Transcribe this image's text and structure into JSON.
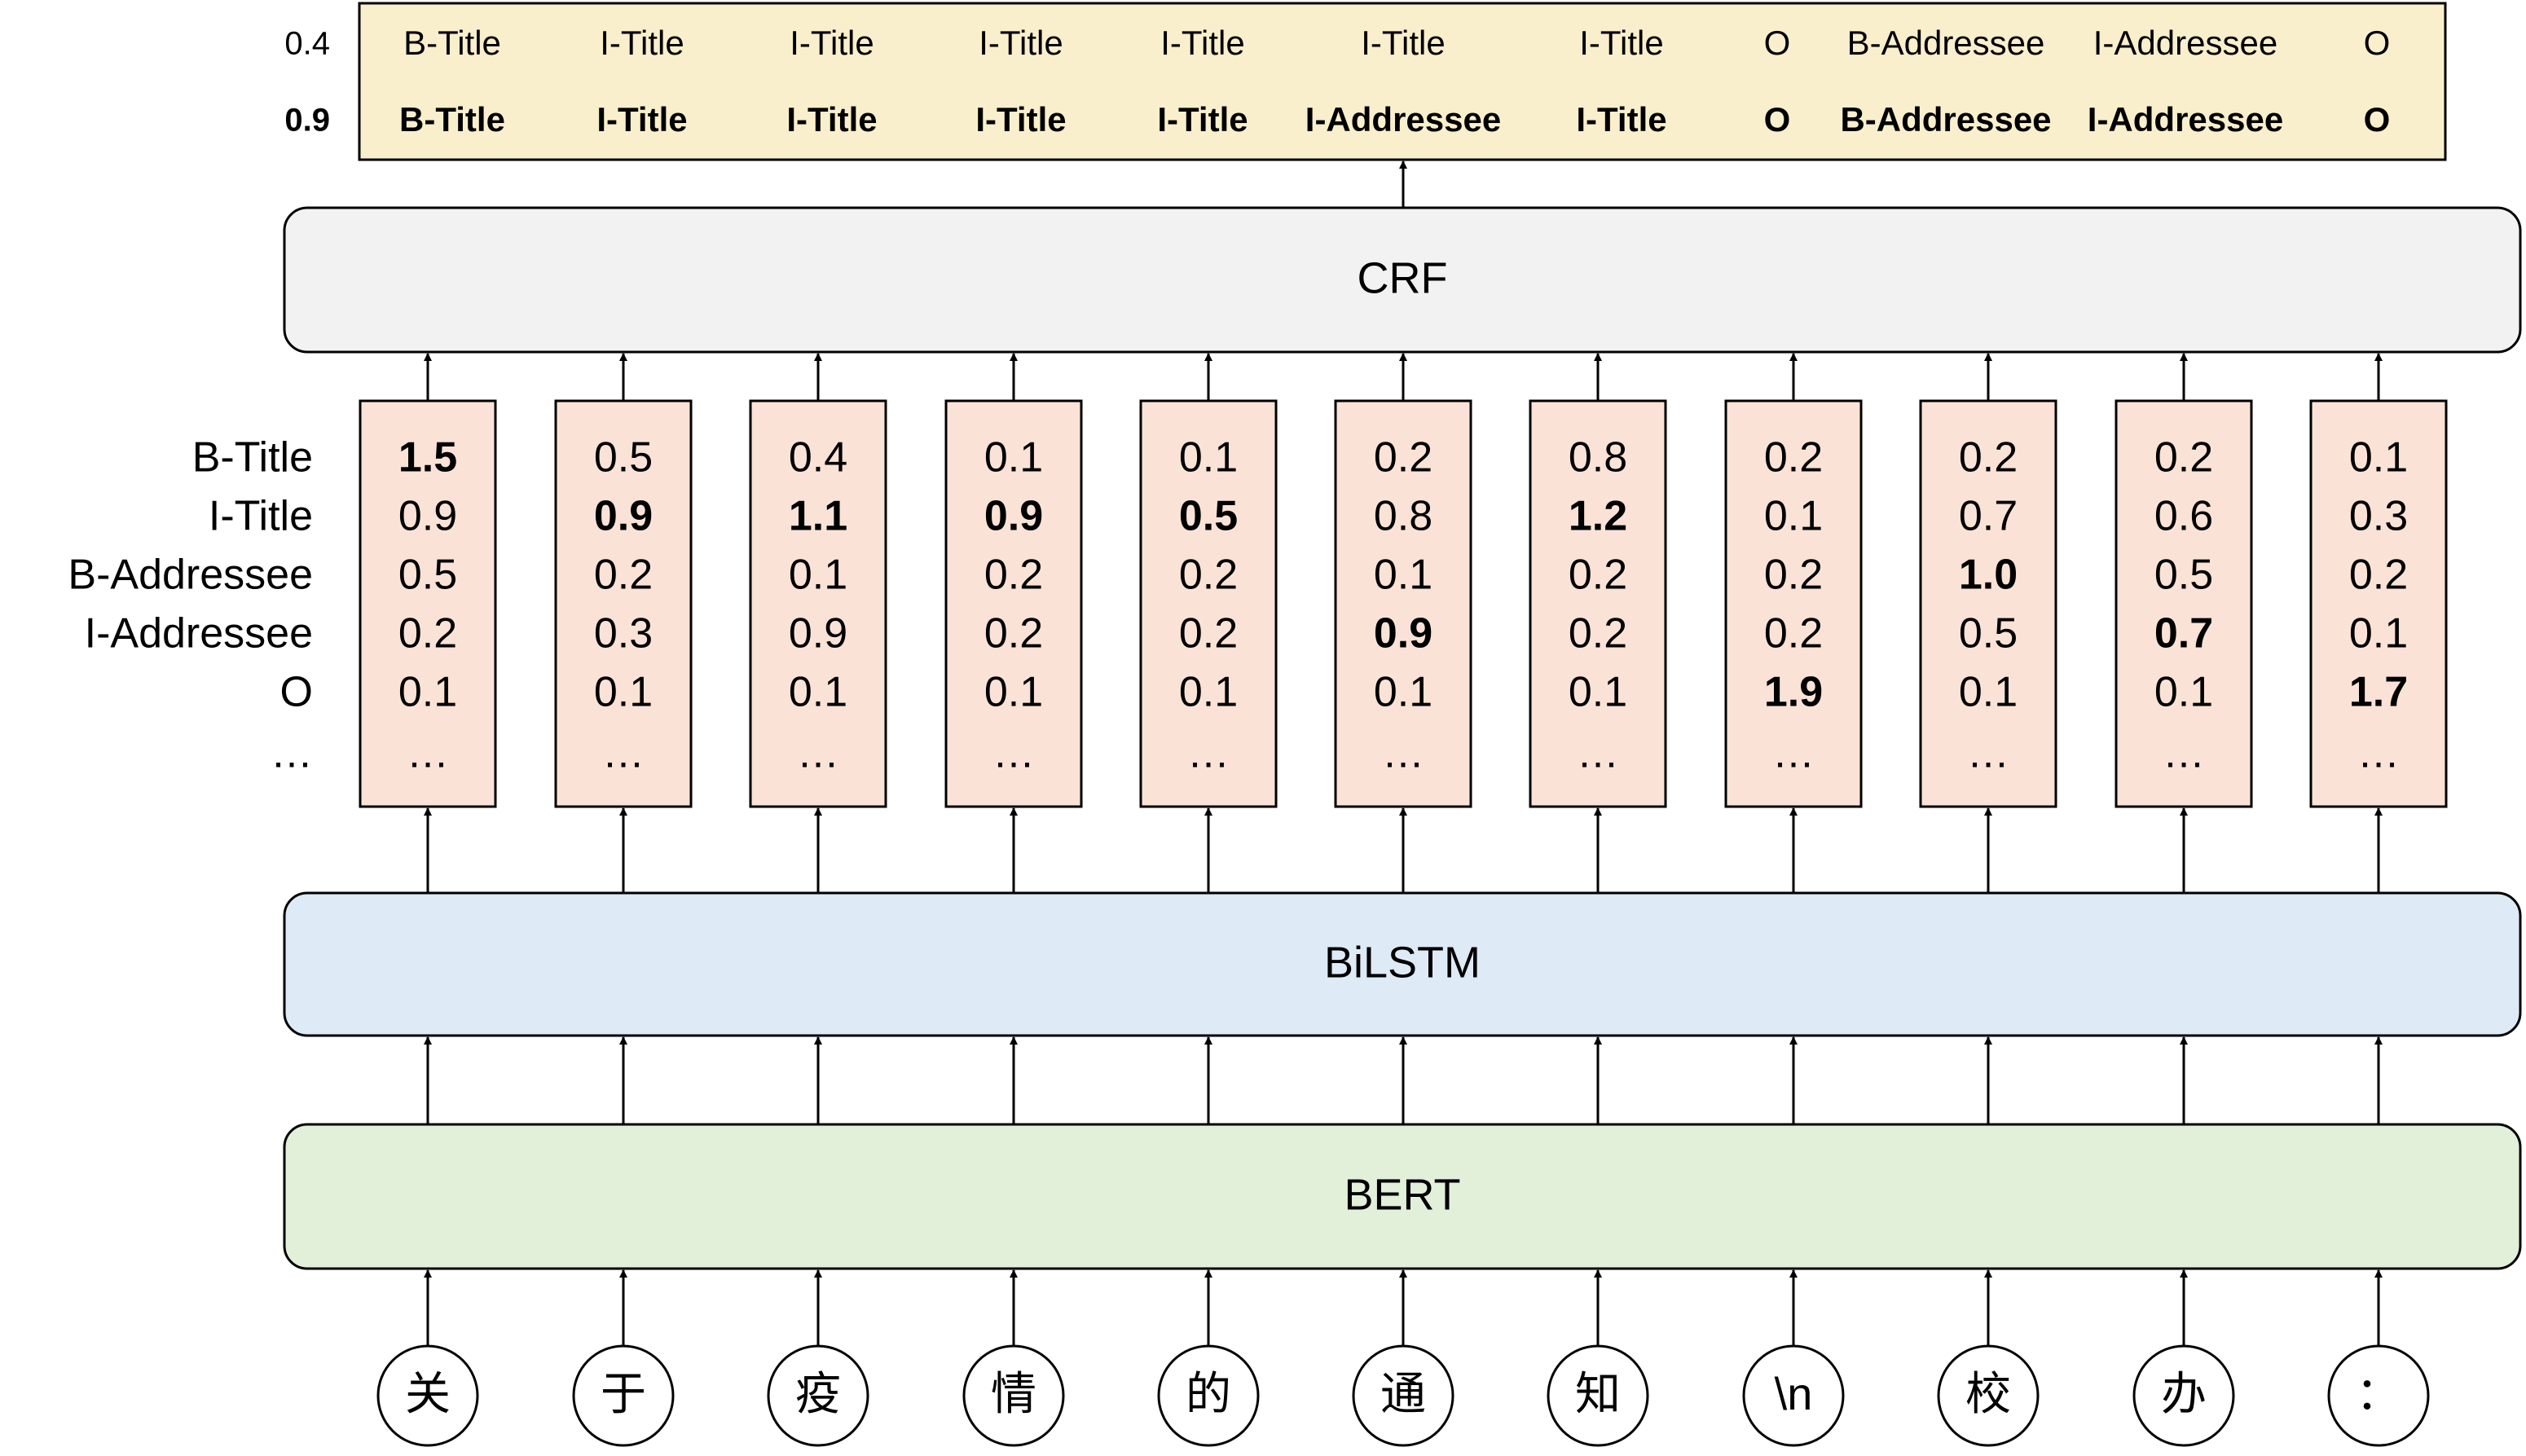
{
  "colors": {
    "stroke": "#000000",
    "output_fill": "#faefcc",
    "crf_fill": "#f2f2f2",
    "score_fill": "#fae3d6",
    "bilstm_fill": "#deeaf6",
    "bert_fill": "#e2efd9",
    "token_fill": "#ffffff"
  },
  "layers": {
    "crf": "CRF",
    "bilstm": "BiLSTM",
    "bert": "BERT"
  },
  "output": {
    "rows": [
      {
        "score": "0.4",
        "bold": false,
        "labels": [
          "B-Title",
          "I-Title",
          "I-Title",
          "I-Title",
          "I-Title",
          "I-Title",
          "I-Title",
          "O",
          "B-Addressee",
          "I-Addressee",
          "O"
        ]
      },
      {
        "score": "0.9",
        "bold": true,
        "labels": [
          "B-Title",
          "I-Title",
          "I-Title",
          "I-Title",
          "I-Title",
          "I-Addressee",
          "I-Title",
          "O",
          "B-Addressee",
          "I-Addressee",
          "O"
        ]
      }
    ]
  },
  "tag_labels": [
    "B-Title",
    "I-Title",
    "B-Addressee",
    "I-Addressee",
    "O",
    "…"
  ],
  "ellipsis": "…",
  "tokens": [
    "关",
    "于",
    "疫",
    "情",
    "的",
    "通",
    "知",
    "\\n",
    "校",
    "办",
    "："
  ],
  "scores": [
    [
      "1.5",
      "0.9",
      "0.5",
      "0.2",
      "0.1"
    ],
    [
      "0.5",
      "0.9",
      "0.2",
      "0.3",
      "0.1"
    ],
    [
      "0.4",
      "1.1",
      "0.1",
      "0.9",
      "0.1"
    ],
    [
      "0.1",
      "0.9",
      "0.2",
      "0.2",
      "0.1"
    ],
    [
      "0.1",
      "0.5",
      "0.2",
      "0.2",
      "0.1"
    ],
    [
      "0.2",
      "0.8",
      "0.1",
      "0.9",
      "0.1"
    ],
    [
      "0.8",
      "1.2",
      "0.2",
      "0.2",
      "0.1"
    ],
    [
      "0.2",
      "0.1",
      "0.2",
      "0.2",
      "1.9"
    ],
    [
      "0.2",
      "0.7",
      "1.0",
      "0.5",
      "0.1"
    ],
    [
      "0.2",
      "0.6",
      "0.5",
      "0.7",
      "0.1"
    ],
    [
      "0.1",
      "0.3",
      "0.2",
      "0.1",
      "1.7"
    ]
  ],
  "bold_row_per_column": [
    0,
    1,
    1,
    1,
    1,
    3,
    1,
    4,
    2,
    3,
    4
  ]
}
